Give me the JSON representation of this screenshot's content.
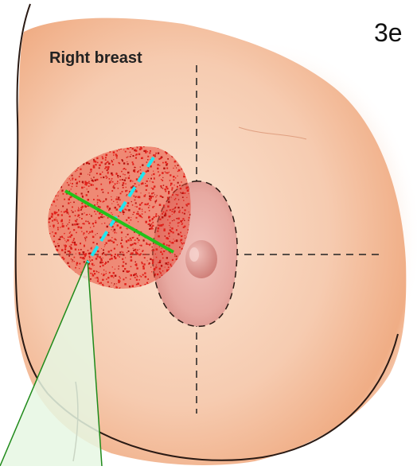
{
  "figure": {
    "panel_label": "3e",
    "side_label": "Right breast"
  },
  "colors": {
    "background": "#ffffff",
    "skin_light": "#f6d4bb",
    "skin_mid": "#f2b58f",
    "skin_shadow": "#e99a76",
    "outline": "#2a1a14",
    "areola": "#e7a49a",
    "nipple": "#d98c85",
    "lesion": "#e0201a",
    "measure_solid": "#22c21a",
    "measure_dashed": "#1ee6f0",
    "callout": "#1f8a1a",
    "callout_fill": "#e6f7e3"
  },
  "icons": {
    "lesion": "red-lesion-blob",
    "axes": "quadrant-crosshair"
  }
}
